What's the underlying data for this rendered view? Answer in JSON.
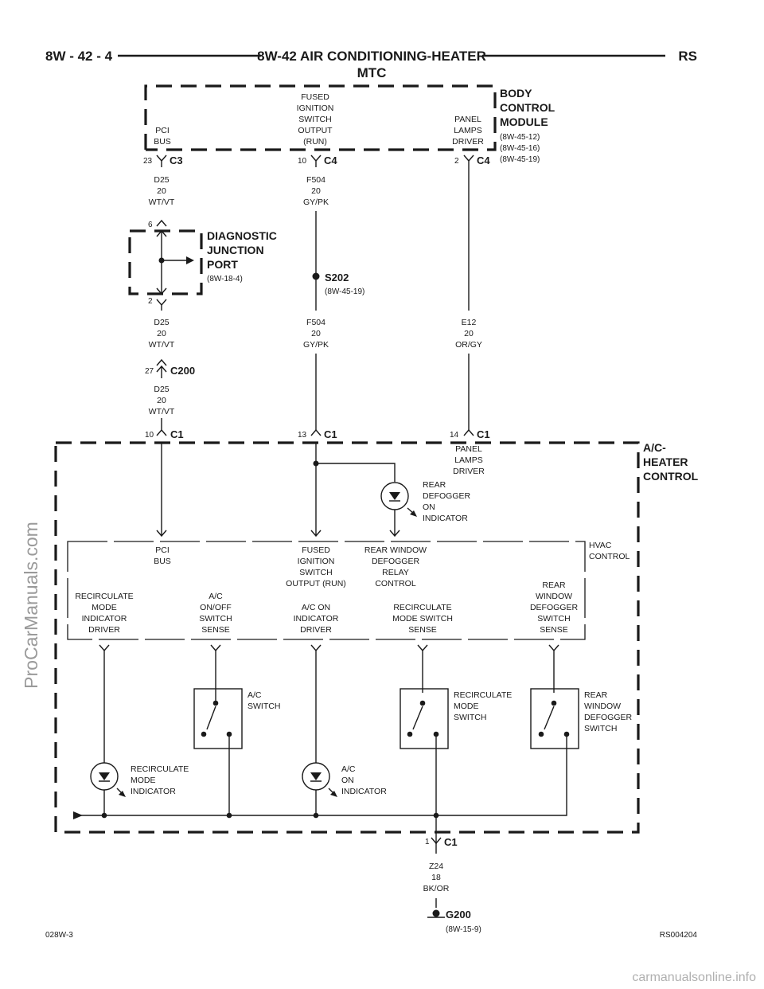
{
  "header": {
    "left": "8W - 42 - 4",
    "title": "8W-42 AIR CONDITIONING-HEATER",
    "subtitle": "MTC",
    "right": "RS"
  },
  "bcm": {
    "name": [
      "BODY",
      "CONTROL",
      "MODULE"
    ],
    "refs": [
      "(8W-45-12)",
      "(8W-45-16)",
      "(8W-45-19)"
    ],
    "pins": {
      "pci": [
        "PCI",
        "BUS"
      ],
      "fused": [
        "FUSED",
        "IGNITION",
        "SWITCH",
        "OUTPUT",
        "(RUN)"
      ],
      "panel": [
        "PANEL",
        "LAMPS",
        "DRIVER"
      ]
    }
  },
  "connectors": {
    "c3_pin": "23",
    "c3": "C3",
    "c4a_pin": "10",
    "c4a": "C4",
    "c4b_pin": "2",
    "c4b": "C4",
    "dlc_top_pin": "6",
    "dlc_bot_pin": "2",
    "c200_pin": "27",
    "c200": "C200",
    "c1a_pin": "10",
    "c1a": "C1",
    "c1b_pin": "13",
    "c1b": "C1",
    "c1c_pin": "14",
    "c1c": "C1",
    "c1g_pin": "1",
    "c1g": "C1"
  },
  "wires": {
    "d25_1": [
      "D25",
      "20",
      "WT/VT"
    ],
    "d25_2": [
      "D25",
      "20",
      "WT/VT"
    ],
    "d25_3": [
      "D25",
      "20",
      "WT/VT"
    ],
    "f504_1": [
      "F504",
      "20",
      "GY/PK"
    ],
    "f504_2": [
      "F504",
      "20",
      "GY/PK"
    ],
    "e12": [
      "E12",
      "20",
      "OR/GY"
    ],
    "z24": [
      "Z24",
      "18",
      "BK/OR"
    ]
  },
  "dlc": {
    "name": [
      "DIAGNOSTIC",
      "JUNCTION",
      "PORT"
    ],
    "ref": "(8W-18-4)"
  },
  "splice": {
    "name": "S202",
    "ref": "(8W-45-19)"
  },
  "ground": {
    "name": "G200",
    "ref": "(8W-15-9)"
  },
  "hvac": {
    "name": [
      "A/C-",
      "HEATER",
      "CONTROL"
    ],
    "panel_pin": [
      "PANEL",
      "LAMPS",
      "DRIVER"
    ],
    "rear_indicator": [
      "REAR",
      "DEFOGGER",
      "ON",
      "INDICATOR"
    ],
    "inner_name": [
      "HVAC",
      "CONTROL"
    ],
    "pci": [
      "PCI",
      "BUS"
    ],
    "fused": [
      "FUSED",
      "IGNITION",
      "SWITCH",
      "OUTPUT (RUN)"
    ],
    "rear_relay": [
      "REAR WINDOW",
      "DEFOGGER",
      "RELAY",
      "CONTROL"
    ],
    "recirc_ind_drv": [
      "RECIRCULATE",
      "MODE",
      "INDICATOR",
      "DRIVER"
    ],
    "ac_onoff": [
      "A/C",
      "ON/OFF",
      "SWITCH",
      "SENSE"
    ],
    "ac_on_drv": [
      "A/C ON",
      "INDICATOR",
      "DRIVER"
    ],
    "recirc_sw_sense": [
      "RECIRCULATE",
      "MODE SWITCH",
      "SENSE"
    ],
    "rear_sw_sense": [
      "REAR",
      "WINDOW",
      "DEFOGGER",
      "SWITCH",
      "SENSE"
    ],
    "ac_switch": [
      "A/C",
      "SWITCH"
    ],
    "recirc_switch": [
      "RECIRCULATE",
      "MODE",
      "SWITCH"
    ],
    "rear_switch": [
      "REAR",
      "WINDOW",
      "DEFOGGER",
      "SWITCH"
    ],
    "recirc_indicator": [
      "RECIRCULATE",
      "MODE",
      "INDICATOR"
    ],
    "ac_indicator": [
      "A/C",
      "ON",
      "INDICATOR"
    ]
  },
  "footer": {
    "left": "028W-3",
    "right": "RS004204"
  },
  "watermarks": {
    "side": "ProCarManuals.com",
    "bottom": "carmanualsonline.info"
  }
}
